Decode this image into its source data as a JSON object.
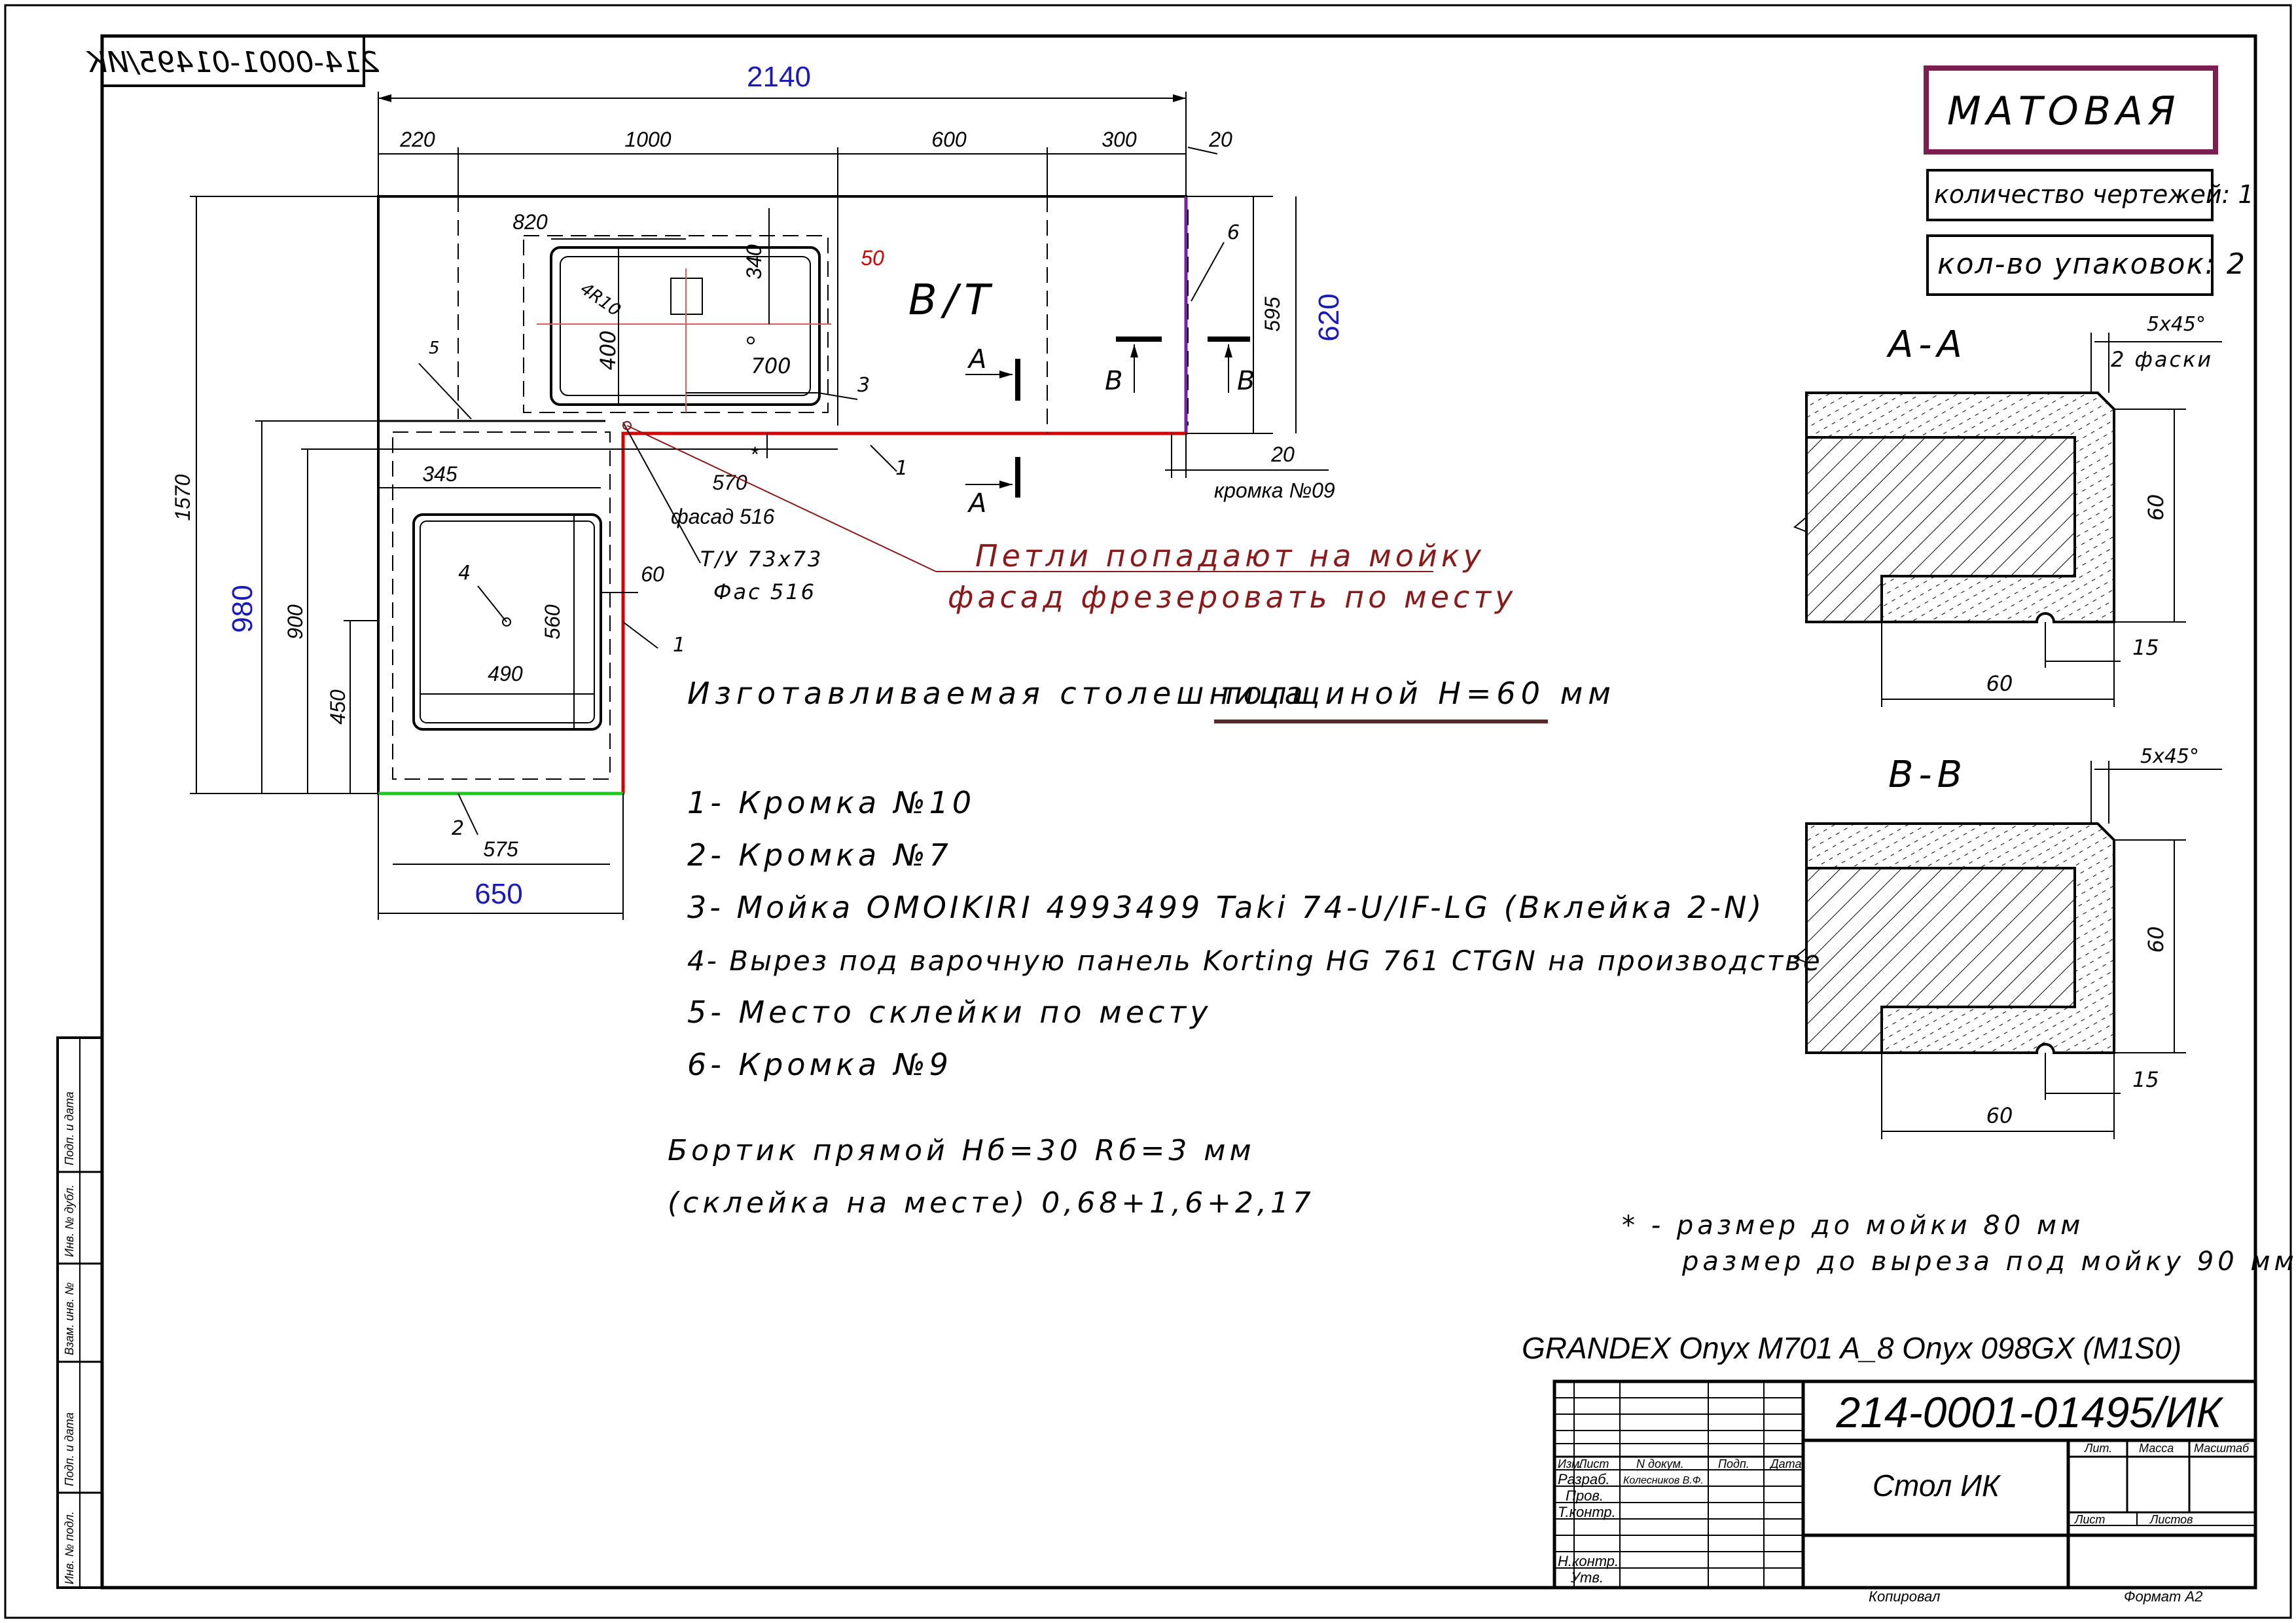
{
  "drawing": {
    "mirror_code": "214-0001-01495/ИК",
    "finish": "МАТОВАЯ",
    "drawings_count": "количество чертежей: 1",
    "packages_count": "кол-во упаковок: 2",
    "plan": {
      "dim_total_width": "2140",
      "dim_220": "220",
      "dim_1000": "1000",
      "dim_600": "600",
      "dim_300": "300",
      "dim_20_top": "20",
      "dim_820": "820",
      "dim_340": "340",
      "dim_50": "50",
      "dim_400": "400",
      "dim_700": "700",
      "label_bt": "В/Т",
      "dim_595": "595",
      "dim_620": "620",
      "dim_20_edge": "20",
      "edge_label": "кромка №09",
      "dim_1570": "1570",
      "dim_980": "980",
      "dim_900": "900",
      "dim_450": "450",
      "dim_345": "345",
      "dim_570": "570",
      "facade_516": "фасад 516",
      "dim_560": "560",
      "dim_60": "60",
      "dim_490": "490",
      "dim_575": "575",
      "dim_650": "650",
      "tu_note": "Т/У 73х73",
      "fas_note": "Фас 516",
      "section_a": "А",
      "section_b": "В",
      "callout_1": "1",
      "callout_2": "2",
      "callout_3": "3",
      "callout_4": "4",
      "callout_5": "5",
      "callout_6": "6",
      "sink_radius": "4R10",
      "star": "*"
    },
    "warnings": [
      "Петли попадают на мойку",
      "фасад фрезеровать по месту"
    ],
    "thickness_prefix": "Изготавливаемая столешница",
    "thickness_value": "толщиной Н=60 мм",
    "legend": [
      "1- Кромка №10",
      "2- Кромка №7",
      "3- Мойка OMOIKIRI 4993499 Taki 74-U/IF-LG (Вклейка 2-N)",
      "4- Вырез под варочную панель Korting HG 761 CTGN на производстве",
      "5- Место склейки по месту",
      "6- Кромка №9"
    ],
    "border_notes": [
      "Бортик прямой Нб=30 Rб=3 мм",
      "(склейка на месте) 0,68+1,6+2,17"
    ],
    "sections": {
      "aa_title": "А-А",
      "aa_chamfer": "5х45°",
      "aa_chamfer_note": "2 фаски",
      "bb_title": "В-В",
      "bb_chamfer": "5х45°",
      "height": "60",
      "groove": "15",
      "width": "60"
    },
    "footnotes": [
      "* - размер до мойки 80 мм",
      "размер до выреза под мойку 90 мм"
    ],
    "material": "GRANDEX Onyx M701 A_8 Onyx 098GX (M1S0)",
    "title_block": {
      "code": "214-0001-01495/ИК",
      "name": "Стол ИК",
      "col_izm": "Изм.",
      "col_list": "Лист",
      "col_ndoc": "N докум.",
      "col_podp": "Подп.",
      "col_data": "Дата",
      "razrab": "Разраб.",
      "razrab_name": "Колесников В.Ф.",
      "prov": "Пров.",
      "tkontr": "Т.контр.",
      "nkontr": "Н.контр.",
      "utv": "Утв.",
      "lit": "Лит.",
      "massa": "Масса",
      "masshtab": "Масштаб",
      "list": "Лист",
      "listov": "Листов",
      "kopiroval": "Копировал",
      "format": "Формат А2"
    },
    "side_stamp": [
      "Инв. № подл.",
      "Подп. и дата",
      "Взам. инв. №",
      "Инв. № дубл.",
      "Подп. и дата"
    ]
  }
}
